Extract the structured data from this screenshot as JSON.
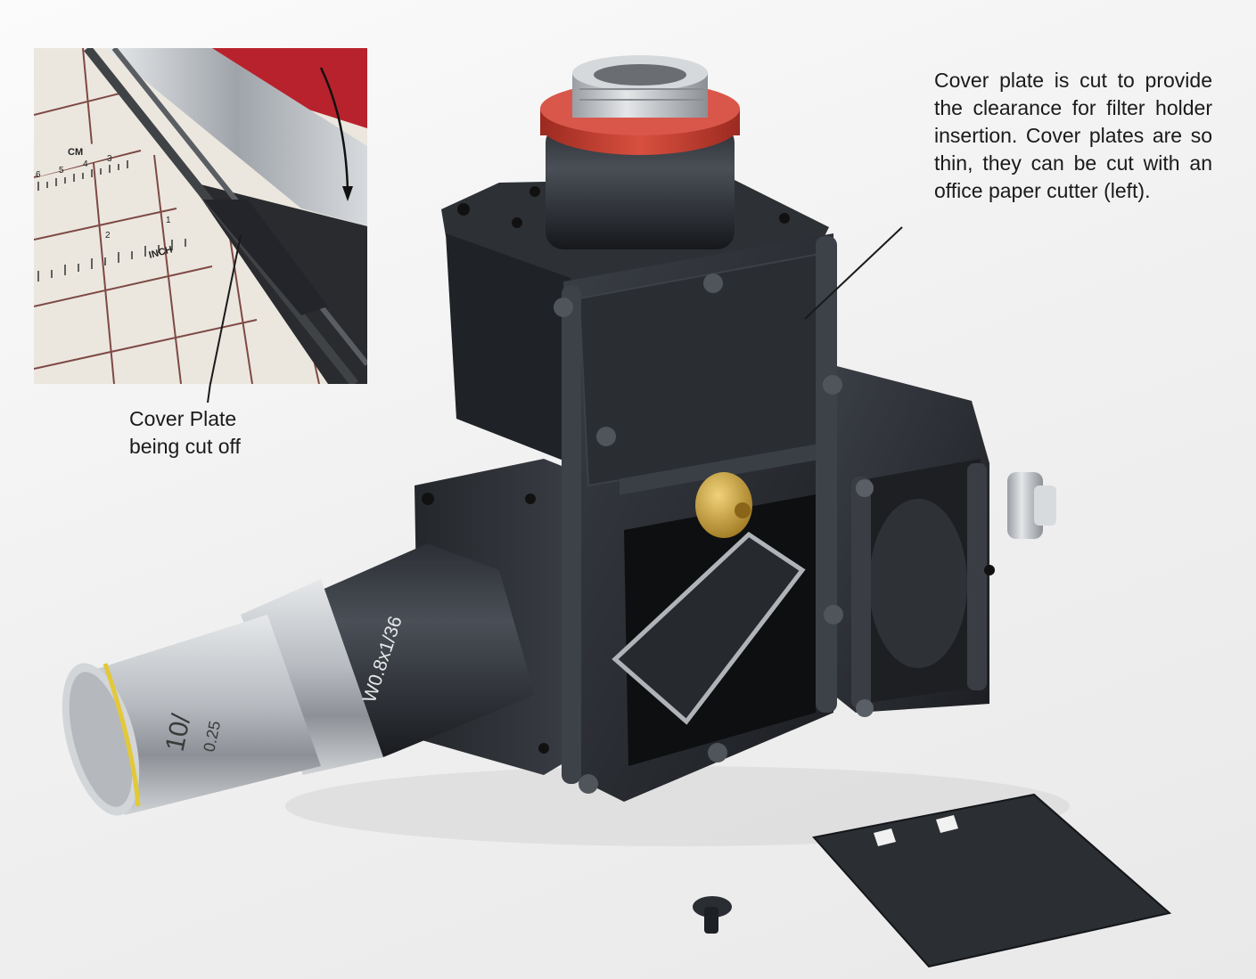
{
  "annotations": {
    "main_caption": "Cover plate is cut to provide the clearance for filter holder insertion. Cover plates are so thin, they can be cut with an office paper cutter (left).",
    "inset_caption_line1": "Cover Plate",
    "inset_caption_line2": "being cut off"
  },
  "inset_labels": {
    "unit_cm": "CM",
    "unit_inch": "INCH",
    "tick_6": "6",
    "tick_5": "5",
    "tick_4": "4",
    "tick_3": "3",
    "tick_2": "2",
    "tick_1": "1"
  },
  "objective_markings": {
    "barrel_text": "W0.8x1/36",
    "mag_text": "10/",
    "na_text": "0.25"
  },
  "colors": {
    "background": "#f1f1f1",
    "anodized_black": "#2b2e33",
    "red_ring": "#c23a2c",
    "brass_knob": "#c9a23a",
    "chrome": "#c8cbcf",
    "text": "#1a1a1a"
  }
}
